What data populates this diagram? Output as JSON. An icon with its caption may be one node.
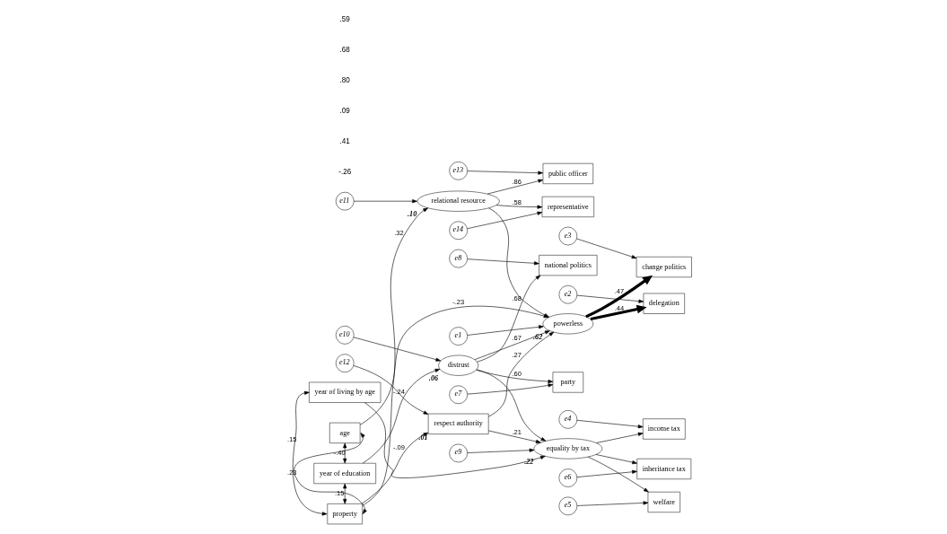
{
  "diagram": {
    "nodes": [
      {
        "text": [
          "e14"
        ]
      },
      {
        "text": [
          "representative"
        ]
      },
      {
        "text": [
          "public officer"
        ]
      },
      {
        "text": [
          "e13"
        ]
      },
      {
        "text": [
          "e8"
        ]
      },
      {
        "text": [
          "national politics"
        ]
      },
      {
        "text": [
          "party"
        ]
      },
      {
        "text": [
          "e7"
        ]
      },
      {
        "text": [
          "e11"
        ]
      },
      {
        "text": [
          "relational resource"
        ],
        "beside": [
          ".10"
        ]
      },
      {
        "text": [
          "distrust"
        ],
        "beside": [
          ".06"
        ]
      },
      {
        "text": [
          "e10"
        ]
      },
      {
        "text": [
          "e2"
        ]
      },
      {
        "text": [
          "delegation"
        ]
      },
      {
        "text": [
          "e1"
        ]
      },
      {
        "text": [
          "year of living by age"
        ]
      },
      {
        "text": [
          "powerless"
        ],
        "beside": [
          ".62"
        ]
      },
      {
        "text": [
          "e3"
        ]
      },
      {
        "text": [
          "change politics"
        ]
      },
      {
        "text": [
          "age"
        ]
      },
      {
        "text": [
          "year of education"
        ]
      },
      {
        "text": [
          "income tax"
        ]
      },
      {
        "text": [
          "e4"
        ]
      },
      {
        "text": [
          "property"
        ]
      },
      {
        "text": [
          "equality by tax"
        ],
        "beside": [
          ".22"
        ]
      },
      {
        "text": [
          "e5"
        ]
      },
      {
        "text": [
          "welfare"
        ]
      },
      {
        "text": [
          "e9"
        ]
      },
      {
        "text": [
          "e6"
        ]
      },
      {
        "text": [
          "inheritance tax"
        ]
      },
      {
        "text": [
          "respect authority"
        ],
        "beside": [
          ".01"
        ]
      },
      {
        "text": [
          "e12"
        ]
      }
    ],
    "edges": [
      {
        "from": 0,
        "to": 1,
        "arrow": "to"
      },
      {
        "from": 3,
        "to": 2,
        "arrow": "to"
      },
      {
        "from": 4,
        "to": 5,
        "arrow": "to"
      },
      {
        "from": 7,
        "to": 6,
        "arrow": "to"
      },
      {
        "from": 8,
        "to": 9,
        "arrow": "to"
      },
      {
        "from": 11,
        "to": 10,
        "arrow": "to"
      },
      {
        "from": 12,
        "to": 13,
        "arrow": "to"
      },
      {
        "from": 14,
        "to": 16,
        "arrow": "to"
      },
      {
        "from": 17,
        "to": 18,
        "arrow": "to"
      },
      {
        "from": 22,
        "to": 21,
        "arrow": "to"
      },
      {
        "from": 25,
        "to": 26,
        "arrow": "to"
      },
      {
        "from": 28,
        "to": 29,
        "arrow": "to"
      },
      {
        "from": 27,
        "to": 24,
        "arrow": "to"
      },
      {
        "from": 31,
        "to": 30,
        "arrow": "to"
      },
      {
        "from": 9,
        "to": 1,
        "arrow": "to",
        "label": ".58"
      },
      {
        "from": 9,
        "to": 2,
        "arrow": "to",
        "label": ".86"
      },
      {
        "from": 10,
        "to": 5,
        "arrow": "to",
        "label": ".68"
      },
      {
        "from": 10,
        "to": 6,
        "arrow": "to",
        "label": ".60"
      },
      {
        "from": 16,
        "to": 13,
        "arrow": "to",
        "label": ".44",
        "style": "thick"
      },
      {
        "from": 16,
        "to": 18,
        "arrow": "to",
        "label": ".47",
        "style": "thick"
      },
      {
        "from": 24,
        "to": 21,
        "arrow": "to"
      },
      {
        "from": 24,
        "to": 26,
        "arrow": "to"
      },
      {
        "from": 24,
        "to": 29,
        "arrow": "to"
      },
      {
        "from": 23,
        "to": 9,
        "arrow": "to",
        "label": ".32"
      },
      {
        "from": 20,
        "to": 10,
        "arrow": "to",
        "label": "-.24"
      },
      {
        "from": 9,
        "to": 16,
        "arrow": "to"
      },
      {
        "from": 10,
        "to": 16,
        "arrow": "to",
        "label": ".67"
      },
      {
        "from": 19,
        "to": 16,
        "arrow": "to",
        "label": "-.23"
      },
      {
        "from": 30,
        "to": 16,
        "arrow": "to",
        "label": ".27"
      },
      {
        "from": 30,
        "to": 24,
        "arrow": "to",
        "label": ".21"
      },
      {
        "from": 15,
        "to": 24,
        "arrow": "to"
      },
      {
        "from": 10,
        "to": 24,
        "arrow": "to"
      },
      {
        "from": 23,
        "to": 30,
        "arrow": "to",
        "label": "-.09"
      },
      {
        "from": 15,
        "to": 23,
        "arrow": "both",
        "label": ".15"
      },
      {
        "from": 19,
        "to": 23,
        "arrow": "both",
        "label": ".23"
      },
      {
        "from": 19,
        "to": 20,
        "arrow": "both",
        "label": "-.40"
      },
      {
        "from": 20,
        "to": 23,
        "arrow": "both",
        "label": ".15"
      }
    ],
    "labels": [
      "-.26",
      ".41",
      ".09",
      ".80",
      ".68",
      ".59"
    ]
  }
}
